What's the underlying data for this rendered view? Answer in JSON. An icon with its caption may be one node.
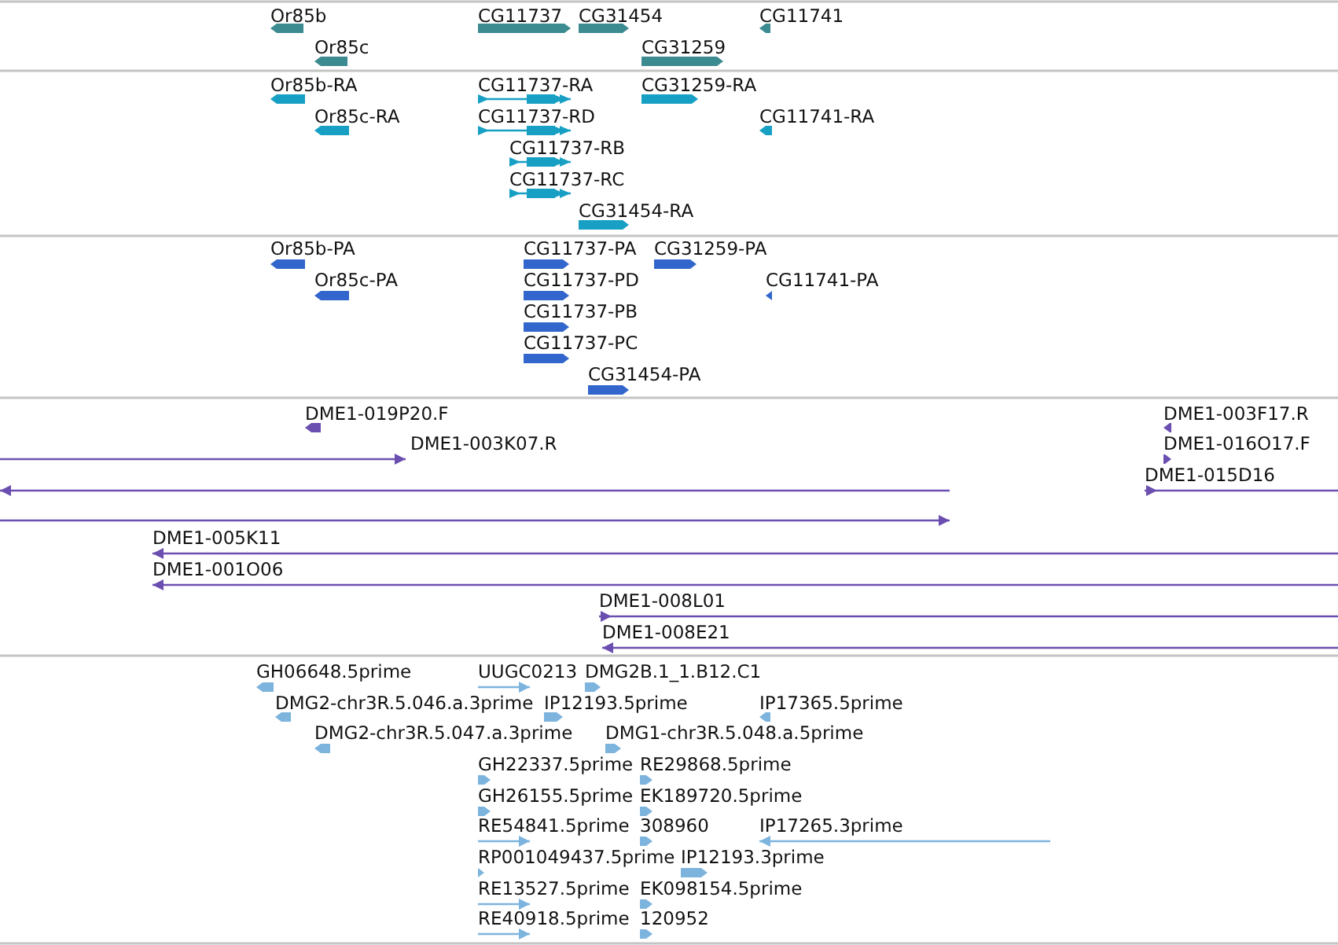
{
  "diagram": {
    "labels": [
      "Or85b",
      "CG11737",
      "CG31454",
      "CG11741",
      "Or85c",
      "CG31259",
      "Or85b-RA",
      "CG11737-RA",
      "CG31259-RA",
      "Or85c-RA",
      "CG11737-RD",
      "CG11741-RA",
      "CG11737-RB",
      "CG11737-RC",
      "CG31454-RA",
      "Or85b-PA",
      "CG11737-PA",
      "CG31259-PA",
      "Or85c-PA",
      "CG11737-PD",
      "CG11741-PA",
      "CG11737-PB",
      "CG11737-PC",
      "CG31454-PA",
      "DME1-019P20.F",
      "DME1-003F17.R",
      "DME1-003K07.R",
      "DME1-016O17.F",
      "DME1-015D16",
      "DME1-005K11",
      "DME1-001O06",
      "DME1-008L01",
      "DME1-008E21",
      "GH06648.5prime",
      "UUGC0213",
      "DMG2B.1_1.B12.C1",
      "DMG2-chr3R.5.046.a.3prime",
      "IP12193.5prime",
      "IP17365.5prime",
      "DMG2-chr3R.5.047.a.3prime",
      "DMG1-chr3R.5.048.a.5prime",
      "GH22337.5prime",
      "RE29868.5prime",
      "GH26155.5prime",
      "EK189720.5prime",
      "RE54841.5prime",
      "308960",
      "IP17265.3prime",
      "RP001049437.5prime",
      "IP12193.3prime",
      "RE13527.5prime",
      "EK098154.5prime",
      "RE40918.5prime",
      "120952"
    ]
  }
}
